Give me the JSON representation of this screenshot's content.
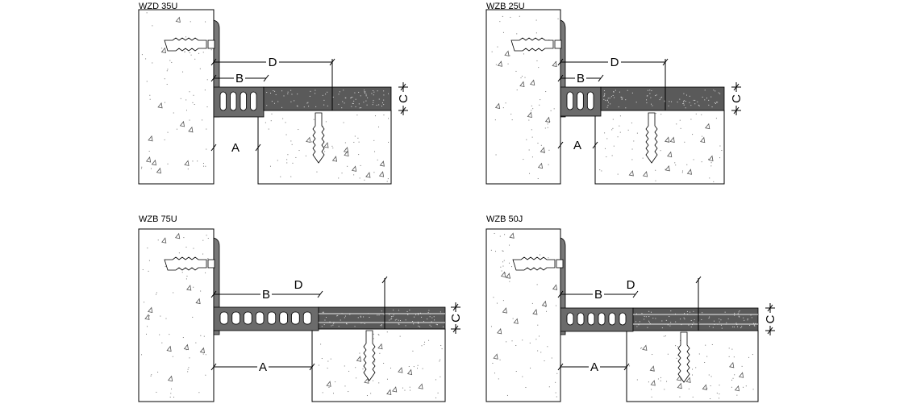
{
  "colors": {
    "profile": "#6b6b6b",
    "cover": "#5a5a5a",
    "line": "#000000",
    "background": "#ffffff"
  },
  "details": [
    {
      "title": "WZD 35U",
      "dims": {
        "a": "A",
        "b": "B",
        "c": "C",
        "d": "D"
      }
    },
    {
      "title": "WZB 25U",
      "dims": {
        "a": "A",
        "b": "B",
        "c": "C",
        "d": "D"
      }
    },
    {
      "title": "WZB 75U",
      "dims": {
        "a": "A",
        "b": "B",
        "c": "C",
        "d": "D"
      }
    },
    {
      "title": "WZB 50J",
      "dims": {
        "a": "A",
        "b": "B",
        "c": "C",
        "d": "D"
      }
    }
  ]
}
